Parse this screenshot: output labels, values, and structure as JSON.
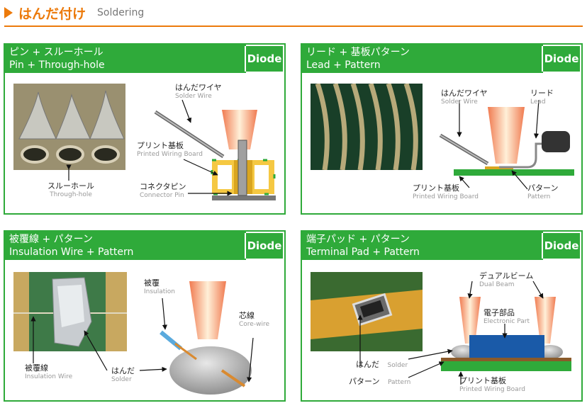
{
  "header": {
    "title_jp": "はんだ付け",
    "title_en": "Soldering"
  },
  "panels": {
    "p1": {
      "title_jp": "ピン + スルーホール",
      "title_en": "Pin + Through-hole",
      "badge": "Diode",
      "labels": {
        "through_hole_jp": "スルーホール",
        "through_hole_en": "Through-hole",
        "solder_wire_jp": "はんだワイヤ",
        "solder_wire_en": "Solder Wire",
        "pwb_jp": "プリント基板",
        "pwb_en": "Printed Wiring Board",
        "pin_jp": "コネクタピン",
        "pin_en": "Connector Pin"
      }
    },
    "p2": {
      "title_jp": "リード + 基板パターン",
      "title_en": "Lead + Pattern",
      "badge": "Diode",
      "labels": {
        "solder_wire_jp": "はんだワイヤ",
        "solder_wire_en": "Solder Wire",
        "lead_jp": "リード",
        "lead_en": "Lead",
        "pwb_jp": "プリント基板",
        "pwb_en": "Printed Wiring Board",
        "pattern_jp": "パターン",
        "pattern_en": "Pattern"
      }
    },
    "p3": {
      "title_jp": "被覆線 + パターン",
      "title_en": "Insulation Wire + Pattern",
      "badge": "Diode",
      "labels": {
        "insulation_jp": "被覆",
        "insulation_en": "Insulation",
        "core_jp": "芯線",
        "core_en": "Core-wire",
        "iw_jp": "被覆線",
        "iw_en": "Insulation Wire",
        "solder_jp": "はんだ",
        "solder_en": "Solder"
      }
    },
    "p4": {
      "title_jp": "端子パッド + パターン",
      "title_en": "Terminal Pad + Pattern",
      "badge": "Diode",
      "labels": {
        "dual_jp": "デュアルビーム",
        "dual_en": "Dual Beam",
        "part_jp": "電子部品",
        "part_en": "Electronic Part",
        "solder_jp": "はんだ",
        "solder_en": "Solder",
        "pattern_jp": "パターン",
        "pattern_en": "Pattern",
        "pwb_jp": "プリント基板",
        "pwb_en": "Printed Wiring Board"
      }
    }
  },
  "colors": {
    "accent": "#ec7a0b",
    "panel_green": "#2faa3a"
  }
}
